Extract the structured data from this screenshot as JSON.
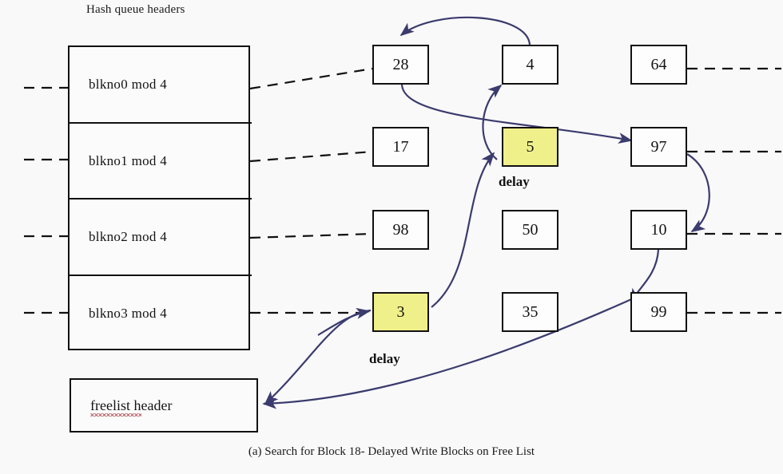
{
  "diagram": {
    "title": "Hash queue headers",
    "caption": "(a) Search for Block 18- Delayed Write Blocks on Free List",
    "colors": {
      "background": "#f9f9fa",
      "box_border": "#111111",
      "box_fill": "#fdfdfd",
      "delayed_fill": "#f0f08a",
      "arrow": "#3b3b6e",
      "dashed_line": "#111111",
      "spell_underline": "#b04a52"
    }
  },
  "hash_headers": {
    "rows": [
      {
        "label": "blkno0 mod 4"
      },
      {
        "label": "blkno1 mod 4"
      },
      {
        "label": "blkno2 mod 4"
      },
      {
        "label": "blkno3 mod 4"
      }
    ]
  },
  "freelist": {
    "label": "freelist header"
  },
  "blocks": {
    "col1": [
      {
        "value": "28",
        "delayed": false
      },
      {
        "value": "17",
        "delayed": false
      },
      {
        "value": "98",
        "delayed": false
      },
      {
        "value": "3",
        "delayed": true,
        "note": "delay"
      }
    ],
    "col2": [
      {
        "value": "4",
        "delayed": false
      },
      {
        "value": "5",
        "delayed": true,
        "note": "delay"
      },
      {
        "value": "50",
        "delayed": false
      },
      {
        "value": "35",
        "delayed": false
      }
    ],
    "col3": [
      {
        "value": "64",
        "delayed": false
      },
      {
        "value": "97",
        "delayed": false
      },
      {
        "value": "10",
        "delayed": false
      },
      {
        "value": "99",
        "delayed": false
      }
    ]
  },
  "labels": {
    "delay_block3": "delay",
    "delay_block5": "delay"
  }
}
